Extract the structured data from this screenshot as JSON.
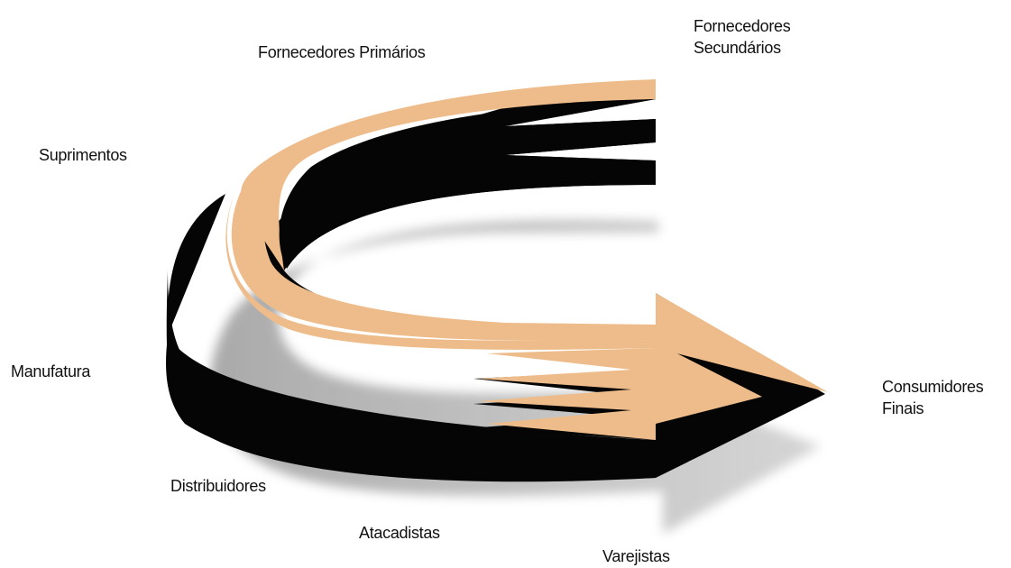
{
  "diagram": {
    "labels": {
      "fornecedores_primarios": "Fornecedores Primários",
      "fornecedores_secundarios_line1": "Fornecedores",
      "fornecedores_secundarios_line2": "Secundários",
      "suprimentos": "Suprimentos",
      "manufatura": "Manufatura",
      "consumidores_finais_line1": "Consumidores",
      "consumidores_finais_line2": "Finais",
      "distribuidores": "Distribuidores",
      "atacadistas": "Atacadistas",
      "varejistas": "Varejistas"
    },
    "colors": {
      "arrow_body": "#050505",
      "arrow_top_face": "#EDBC8A",
      "shadow": "#8a8a8a",
      "background": "#ffffff"
    }
  }
}
